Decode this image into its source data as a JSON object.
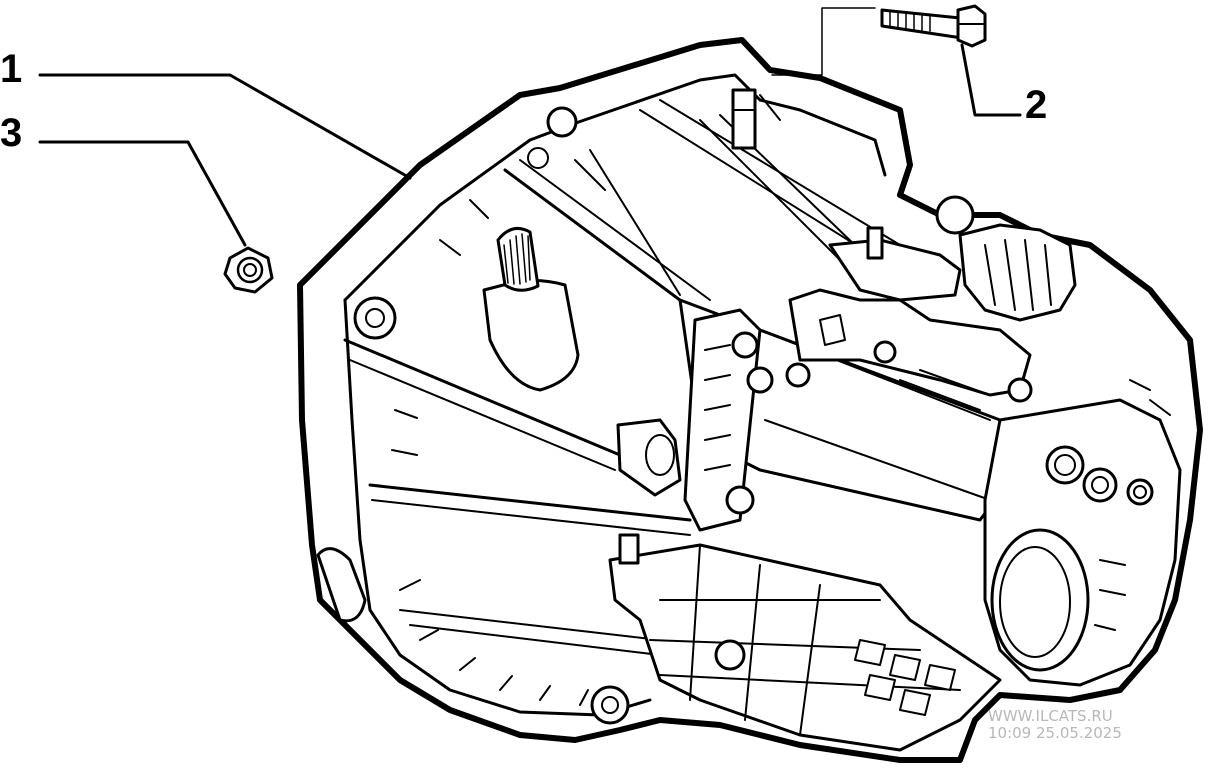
{
  "callouts": [
    {
      "id": "1",
      "label": "1"
    },
    {
      "id": "2",
      "label": "2"
    },
    {
      "id": "3",
      "label": "3"
    }
  ],
  "watermark": {
    "site": "WWW.ILCATS.RU",
    "timestamp": "10:09 25.05.2025"
  },
  "colors": {
    "line": "#000000",
    "background": "#ffffff",
    "watermark": "#b8b8b8"
  }
}
